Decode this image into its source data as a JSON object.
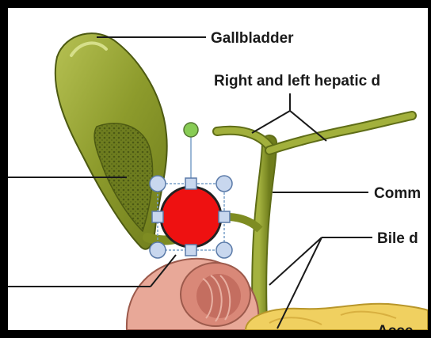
{
  "labels": {
    "gallbladder": "Gallbladder",
    "hepatic": "Right and left hepatic d",
    "common": "Comm",
    "bile": "Bile d",
    "accessory": "Acce"
  },
  "colors": {
    "gallbladder": "#8c9a2a",
    "duct": "#8a9a2c",
    "selected_shape": "#ee1111",
    "handle": "#c8d7ee",
    "rotate_handle": "#88cc55",
    "duodenum": "#e8a898",
    "pancreas": "#f0d060"
  },
  "selection": {
    "shape_name": "red-circle",
    "handles": [
      "top-left",
      "top",
      "top-right",
      "left",
      "right",
      "bottom-left",
      "bottom",
      "bottom-right"
    ],
    "rotate_handle": "rotate-handle"
  }
}
